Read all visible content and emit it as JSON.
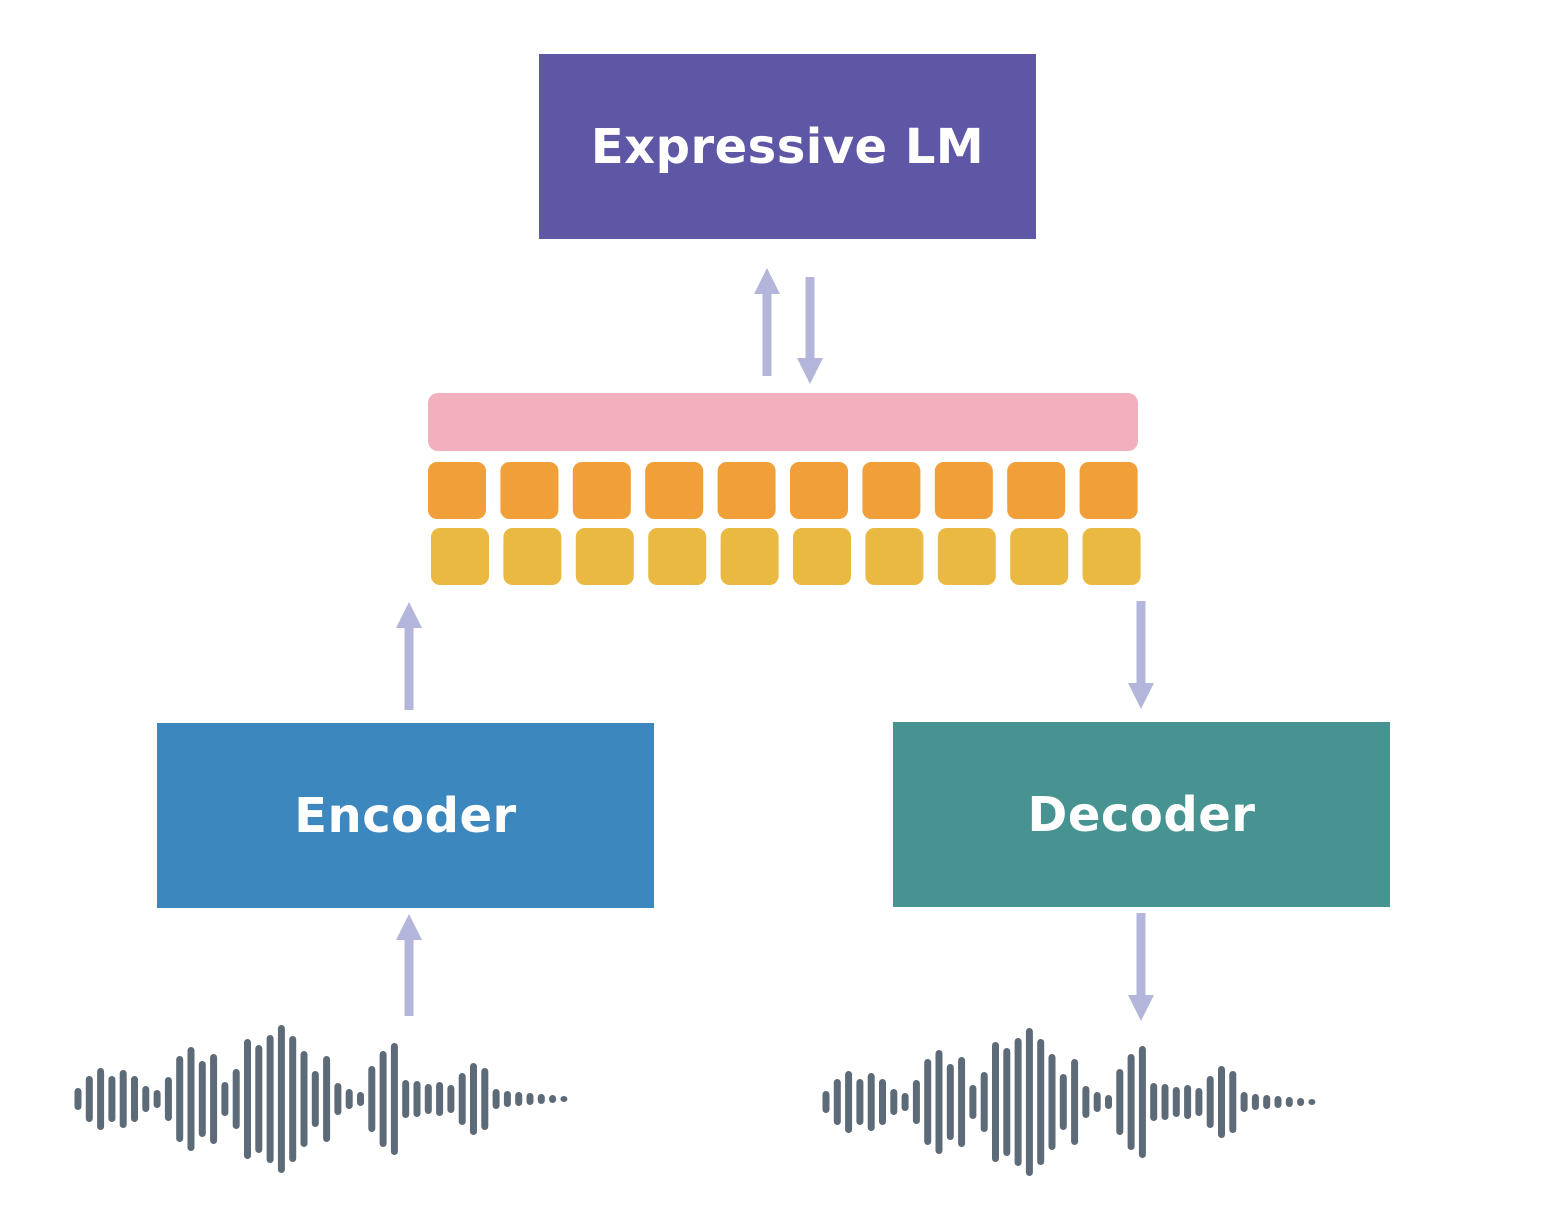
{
  "colors": {
    "lm": "#5e57a6",
    "encoder": "#3c87be",
    "decoder": "#479392",
    "arrow": "#b4b5da",
    "token_bar": "#f2afbd",
    "token_row_top": "#f09f39",
    "token_row_bottom": "#eab941",
    "waveform": "#5d6a78"
  },
  "boxes": {
    "lm_label": "Expressive LM",
    "encoder_label": "Encoder",
    "decoder_label": "Decoder"
  },
  "tokens": {
    "row_count": 2,
    "per_row": 10
  },
  "icons": [
    "arrow-up-icon",
    "arrow-down-icon",
    "waveform-icon"
  ]
}
